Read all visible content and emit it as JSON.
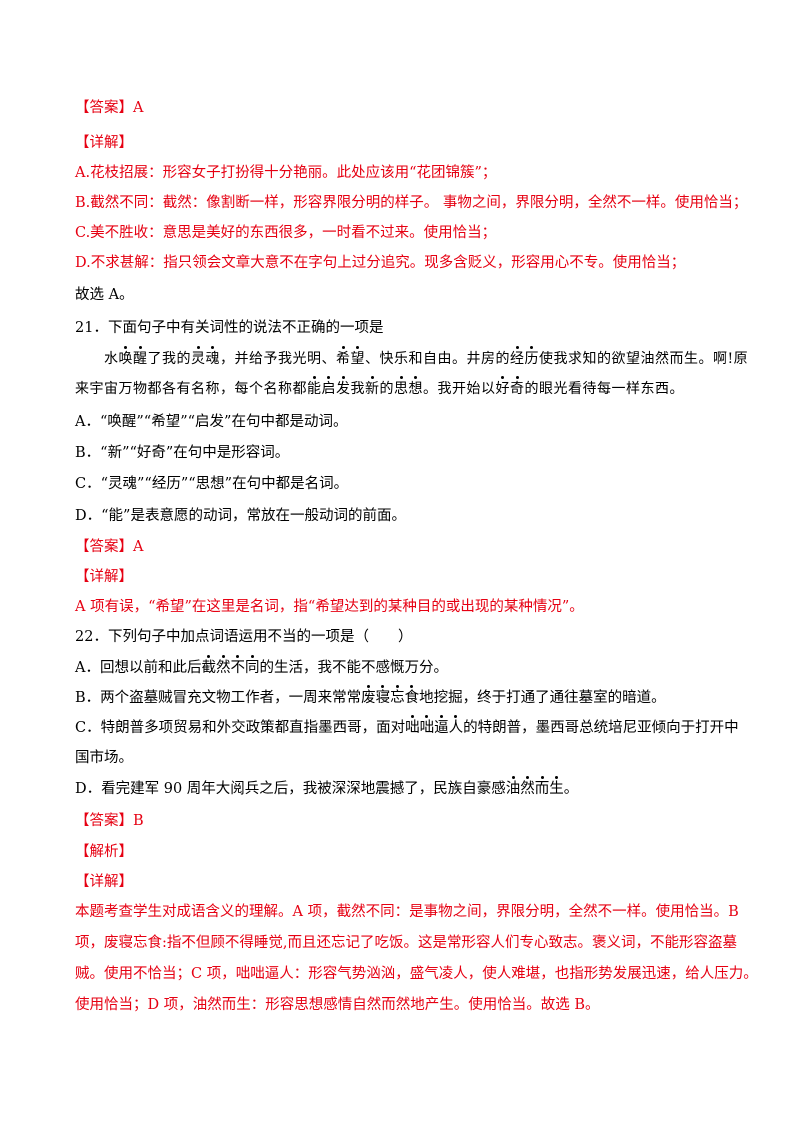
{
  "block1": {
    "answer_tag": "【答案】",
    "answer_value": "A",
    "detail_tag": "【详解】",
    "items": [
      "A.花枝招展：形容女子打扮得十分艳丽。此处应该用“花团锦簇”；",
      "B.截然不同：截然：像割断一样，形容界限分明的样子。 事物之间，界限分明，全然不一样。使用恰当；",
      "C.美不胜收：意思是美好的东西很多，一时看不过来。使用恰当；",
      "D.不求甚解：指只领会文章大意不在字句上过分追究。现多含贬义，形容用心不专。使用恰当；"
    ],
    "conclusion": "故选 A。"
  },
  "q21": {
    "stem": "21．下面句子中有关词性的说法不正确的一项是",
    "passage_line1": [
      "水",
      "唤",
      "醒",
      "了我的",
      "灵",
      "魂",
      "，并给予我光明、",
      "希",
      "望",
      "、快乐和自由。井房的",
      "经",
      "历",
      "使我求知的欲望油然而生。啊!原"
    ],
    "passage_line2": [
      "来宇宙万物都各有名称，每个名称都",
      "能",
      "启",
      "发",
      "我",
      "新",
      "的",
      "思",
      "想",
      "。我开始以",
      "好",
      "奇",
      "的眼光看待每一样东西。"
    ],
    "options": [
      "A．“唤醒”“希望”“启发”在句中都是动词。",
      "B．“新”“好奇”在句中是形容词。",
      "C．“灵魂”“经历”“思想”在句中都是名词。",
      "D．“能”是表意愿的动词，常放在一般动词的前面。"
    ],
    "answer_tag": "【答案】",
    "answer_value": "A",
    "detail_tag": "【详解】",
    "detail": "A 项有误，“希望”在这里是名词，指“希望达到的某种目的或出现的某种情况”。"
  },
  "q22": {
    "stem": "22．下列句子中加点词语运用不当的一项是（　　）",
    "optA": [
      "A．回想以前和此后",
      "截",
      "然",
      "不",
      "同",
      "的生活，我不能不感慨万分。"
    ],
    "optB": [
      "B．两个盗墓贼冒充文物工作者，一周来常常",
      "废",
      "寝",
      "忘",
      "食",
      "地挖掘，终于打通了通往墓室的暗道。"
    ],
    "optC1": [
      "C．特朗普多项贸易和外交政策都直指墨西哥，面对",
      "咄",
      "咄",
      "逼",
      "人",
      "的特朗普，墨西哥总统培尼亚倾向于打开中"
    ],
    "optC2": "国市场。",
    "optD": [
      "D．看完建军 90 周年大阅兵之后，我被深深地震撼了，民族自豪感",
      "油",
      "然",
      "而",
      "生",
      "。"
    ],
    "answer_tag": "【答案】",
    "answer_value": "B",
    "analysis_tag": "【解析】",
    "detail_tag": "【详解】",
    "detail_lines": [
      "本题考查学生对成语含义的理解。A 项，截然不同：是事物之间，界限分明，全然不一样。使用恰当。B",
      "项，废寝忘食:指不但顾不得睡觉,而且还忘记了吃饭。这是常形容人们专心致志。褒义词，不能形容盗墓",
      "贼。使用不恰当；C 项，咄咄逼人：形容气势汹汹，盛气凌人，使人难堪，也指形势发展迅速，给人压力。",
      "使用恰当；D 项，油然而生：形容思想感情自然而然地产生。使用恰当。故选 B。"
    ]
  }
}
